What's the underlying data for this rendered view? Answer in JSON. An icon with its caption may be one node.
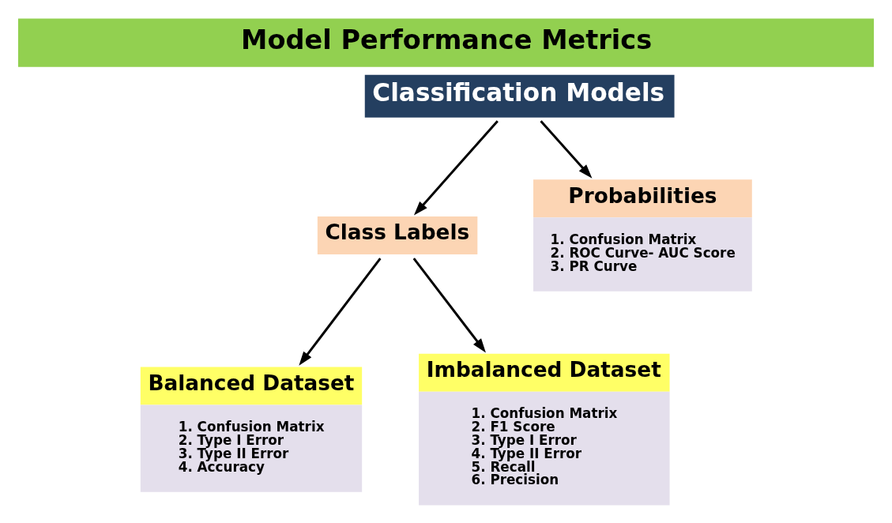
{
  "diagram": {
    "title": "Model Performance Metrics",
    "nodes": [
      {
        "text": [
          "Classification Models"
        ]
      },
      {
        "text": [
          "Class Labels"
        ]
      },
      {
        "text": [
          "Probabilities",
          "1. Confusion Matrix",
          "2. ROC Curve- AUC Score",
          "3. PR Curve"
        ]
      },
      {
        "text": [
          "Balanced Dataset",
          "1. Confusion Matrix",
          "2. Type I Error",
          "3. Type II Error",
          "4. Accuracy"
        ]
      },
      {
        "text": [
          "Imbalanced Dataset",
          "1. Confusion Matrix",
          "2. F1 Score",
          "3. Type I Error",
          "4. Type II Error",
          "5. Recall",
          "6. Precision"
        ]
      }
    ],
    "edges": [
      {
        "from": 0,
        "to": 1,
        "arrow": "to"
      },
      {
        "from": 0,
        "to": 2,
        "arrow": "to"
      },
      {
        "from": 1,
        "to": 3,
        "arrow": "to"
      },
      {
        "from": 1,
        "to": 4,
        "arrow": "to"
      }
    ]
  }
}
